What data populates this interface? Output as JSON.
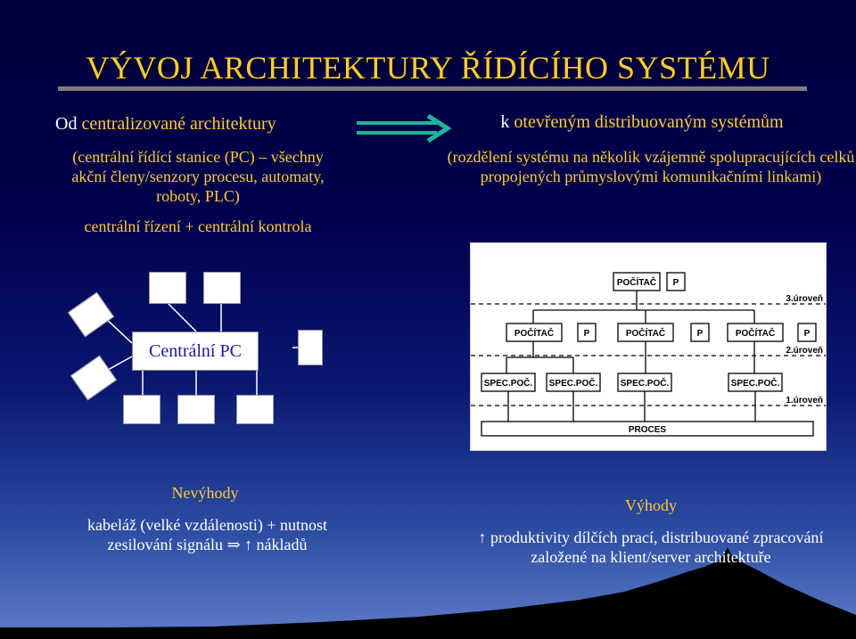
{
  "title": "VÝVOJ ARCHITEKTURY ŘÍDÍCÍHO SYSTÉMU",
  "left": {
    "prefix": "Od",
    "heading": "centralizované architektury",
    "description": "(centrální řídící stanice (PC) – všechny akční členy/senzory procesu, automaty, roboty, PLC)",
    "summary": "centrální řízení + centrální kontrola",
    "central_node": "Centrální PC"
  },
  "right": {
    "prefix": "k",
    "heading": "otevřeným distribuovaným systémům",
    "description": "(rozdělení systému na několik vzájemně spolupracujících celků propojených průmyslovými komunikačními linkami)",
    "diagram": {
      "top": "POČÍTAČ",
      "p": "P",
      "level3": "3.úroveň",
      "mid": [
        "POČÍTAČ",
        "POČÍTAČ",
        "POČÍTAČ"
      ],
      "level2": "2.úroveň",
      "spec": [
        "SPEC.POČ.",
        "SPEC.POČ.",
        "SPEC.POČ.",
        "SPEC.POČ."
      ],
      "level1": "1.úroveň",
      "process": "PROCES"
    }
  },
  "cons": {
    "heading": "Nevýhody",
    "line1": "kabeláž (velké vzdálenosti) + nutnost",
    "line2": "zesilování signálu ⇒ ↑ nákladů"
  },
  "pros": {
    "heading": "Výhody",
    "line1": "↑ produktivity dílčích prací, distribuované zpracování",
    "line2": "založené na klient/server architektuře"
  },
  "colors": {
    "accent": "#ffcc33",
    "arrow": "#1fb59a"
  }
}
